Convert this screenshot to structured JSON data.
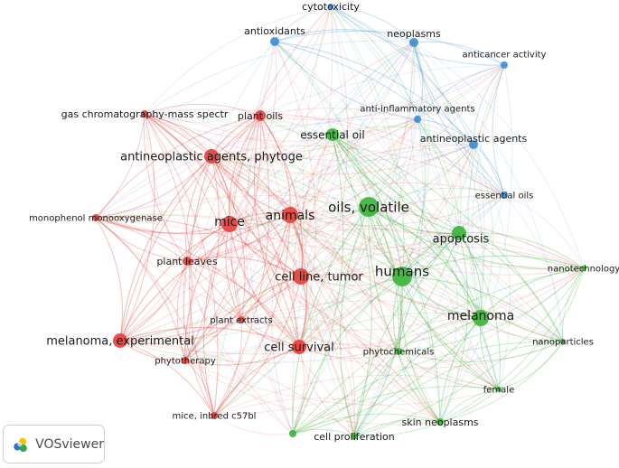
{
  "app": {
    "logo_text": "VOSviewer",
    "logo_icon": "vosviewer-logo-icon"
  },
  "colors": {
    "red": "#e8413c",
    "green": "#3cb53c",
    "blue": "#3f8ed8"
  },
  "nodes": [
    {
      "id": "cytotoxicity",
      "label": "cytotoxicity",
      "cluster": "blue",
      "size": 3
    },
    {
      "id": "antioxidants",
      "label": "antioxidants",
      "cluster": "blue",
      "size": 5
    },
    {
      "id": "neoplasms",
      "label": "neoplasms",
      "cluster": "blue",
      "size": 5
    },
    {
      "id": "anticancer-activity",
      "label": "anticancer activity",
      "cluster": "blue",
      "size": 4
    },
    {
      "id": "gas-chromatography",
      "label": "gas chromatography-mass spectr",
      "cluster": "red",
      "size": 4
    },
    {
      "id": "plant-oils",
      "label": "plant oils",
      "cluster": "red",
      "size": 6
    },
    {
      "id": "anti-inflammatory-agents",
      "label": "anti-inflammatory agents",
      "cluster": "blue",
      "size": 4
    },
    {
      "id": "essential-oil",
      "label": "essential oil",
      "cluster": "green",
      "size": 7
    },
    {
      "id": "antineoplastic-agents",
      "label": "antineoplastic agents",
      "cluster": "blue",
      "size": 5
    },
    {
      "id": "antineoplastic-agents-phytoge",
      "label": "antineoplastic agents, phytoge",
      "cluster": "red",
      "size": 8
    },
    {
      "id": "essential-oils",
      "label": "essential oils",
      "cluster": "blue",
      "size": 4
    },
    {
      "id": "oils-volatile",
      "label": "oils, volatile",
      "cluster": "green",
      "size": 11
    },
    {
      "id": "monophenol-monooxygenase",
      "label": "monophenol monooxygenase",
      "cluster": "red",
      "size": 4
    },
    {
      "id": "mice",
      "label": "mice",
      "cluster": "red",
      "size": 9
    },
    {
      "id": "animals",
      "label": "animals",
      "cluster": "red",
      "size": 9
    },
    {
      "id": "apoptosis",
      "label": "apoptosis",
      "cluster": "green",
      "size": 8
    },
    {
      "id": "plant-leaves",
      "label": "plant leaves",
      "cluster": "red",
      "size": 5
    },
    {
      "id": "humans",
      "label": "humans",
      "cluster": "green",
      "size": 11
    },
    {
      "id": "nanotechnology",
      "label": "nanotechnology",
      "cluster": "green",
      "size": 3
    },
    {
      "id": "cell-line-tumor",
      "label": "cell line, tumor",
      "cluster": "red",
      "size": 9
    },
    {
      "id": "melanoma",
      "label": "melanoma",
      "cluster": "green",
      "size": 9
    },
    {
      "id": "plant-extracts",
      "label": "plant extracts",
      "cluster": "red",
      "size": 4
    },
    {
      "id": "melanoma-experimental",
      "label": "melanoma, experimental",
      "cluster": "red",
      "size": 8
    },
    {
      "id": "cell-survival",
      "label": "cell survival",
      "cluster": "red",
      "size": 8
    },
    {
      "id": "nanoparticles",
      "label": "nanoparticles",
      "cluster": "green",
      "size": 3
    },
    {
      "id": "phytochemicals",
      "label": "phytochemicals",
      "cluster": "green",
      "size": 4
    },
    {
      "id": "phytotherapy",
      "label": "phytotherapy",
      "cluster": "red",
      "size": 4
    },
    {
      "id": "female",
      "label": "female",
      "cluster": "green",
      "size": 3
    },
    {
      "id": "mice-inbred-c57bl",
      "label": "mice, inbred c57bl",
      "cluster": "red",
      "size": 4
    },
    {
      "id": "skin-neoplasms",
      "label": "skin neoplasms",
      "cluster": "green",
      "size": 4
    },
    {
      "id": "cell-proliferation",
      "label": "cell proliferation",
      "cluster": "green",
      "size": 4
    },
    {
      "id": "unlabeled-green",
      "label": "",
      "cluster": "green",
      "size": 4
    }
  ]
}
